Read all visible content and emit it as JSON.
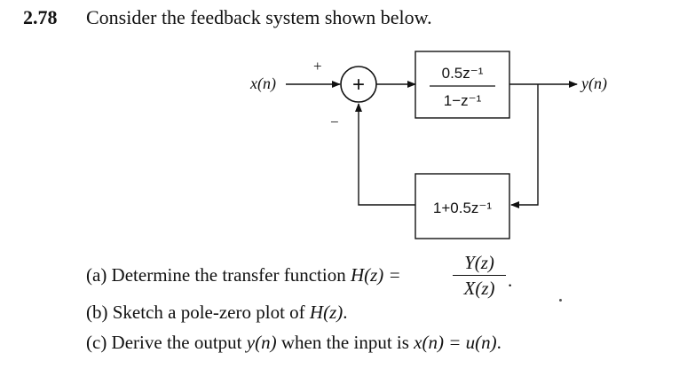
{
  "problem": {
    "number": "2.78",
    "statement": "Consider the feedback system shown below."
  },
  "diagram": {
    "input_label": "x(n)",
    "output_label": "y(n)",
    "plus_sign": "+",
    "minus_sign": "−",
    "summer_symbol": "+",
    "forward_block": {
      "numerator": "0.5z⁻¹",
      "denominator": "1−z⁻¹"
    },
    "feedback_block": {
      "label": "1+0.5z⁻¹"
    }
  },
  "parts": {
    "a": {
      "prefix": "(a) Determine the transfer function ",
      "func": "H(z) =",
      "numerator": "Y(z)",
      "denominator": "X(z)",
      "suffix": "."
    },
    "b": {
      "prefix": "(b) Sketch a pole-zero plot of ",
      "func": "H(z)",
      "suffix": "."
    },
    "c": {
      "prefix": "(c) Derive the output ",
      "output": "y(n)",
      "middle": " when the input is ",
      "input_eq": "x(n) = u(n)",
      "suffix": "."
    }
  }
}
